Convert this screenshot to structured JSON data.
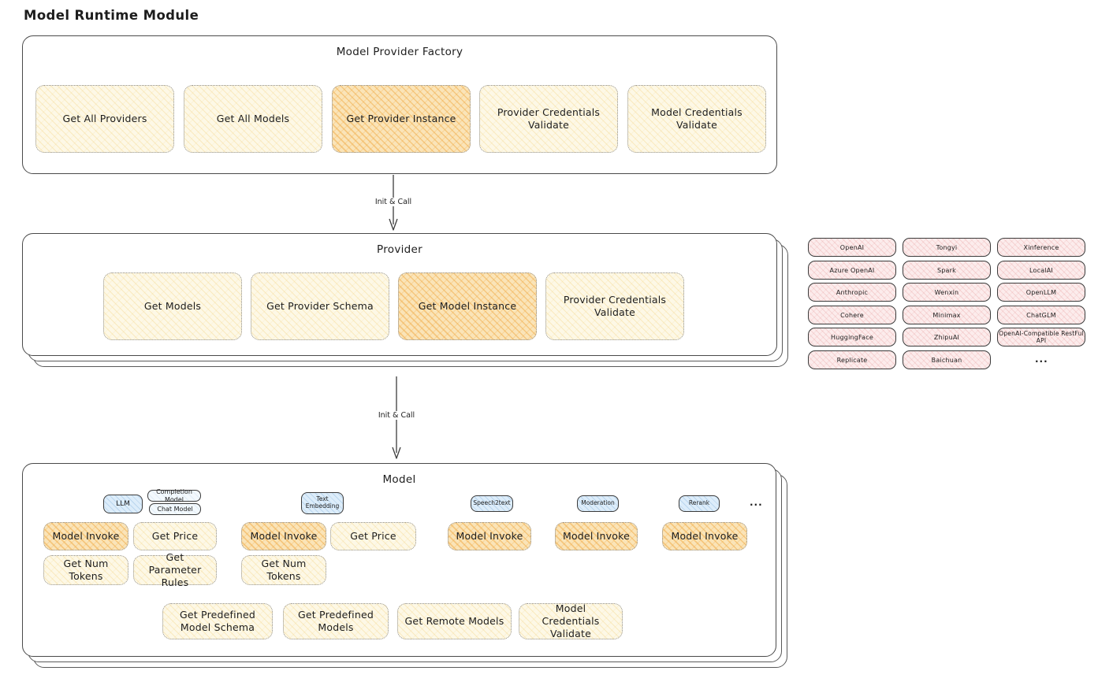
{
  "title": "Model Runtime Module",
  "arrows": {
    "label1": "Init & Call",
    "label2": "Init & Call"
  },
  "colors": {
    "button_yellow": "#fdf8e6",
    "button_orange_highlight": "#fae4b8",
    "provider_pink": "#fcecec",
    "type_badge_blue": "#ddedfa",
    "outline": "#4a4a4a"
  },
  "factory": {
    "title": "Model Provider Factory",
    "buttons": [
      {
        "label": "Get All Providers",
        "highlight": false
      },
      {
        "label": "Get All Models",
        "highlight": false
      },
      {
        "label": "Get Provider Instance",
        "highlight": true
      },
      {
        "label": "Provider Credentials Validate",
        "highlight": false
      },
      {
        "label": "Model Credentials Validate",
        "highlight": false
      }
    ]
  },
  "provider": {
    "title": "Provider",
    "buttons": [
      {
        "label": "Get Models",
        "highlight": false
      },
      {
        "label": "Get Provider Schema",
        "highlight": false
      },
      {
        "label": "Get Model Instance",
        "highlight": true
      },
      {
        "label": "Provider Credentials Validate",
        "highlight": false
      }
    ]
  },
  "providers": {
    "col1": [
      "OpenAI",
      "Azure OpenAI",
      "Anthropic",
      "Cohere",
      "HuggingFace",
      "Replicate"
    ],
    "col2": [
      "Tongyi",
      "Spark",
      "Wenxin",
      "Minimax",
      "ZhipuAI",
      "Baichuan"
    ],
    "col3": [
      "Xinference",
      "LocalAI",
      "OpenLLM",
      "ChatGLM",
      "OpenAI-Compatible RestFul API"
    ],
    "more": "..."
  },
  "model": {
    "title": "Model",
    "badges": [
      "LLM",
      "Completion Model",
      "Chat Model",
      "Text Embedding",
      "Speech2text",
      "Moderation",
      "Rerank"
    ],
    "ellipsis": "...",
    "buttons": [
      {
        "label": "Model Invoke",
        "highlight": true
      },
      {
        "label": "Get Price",
        "highlight": false
      },
      {
        "label": "Model Invoke",
        "highlight": true
      },
      {
        "label": "Get Price",
        "highlight": false
      },
      {
        "label": "Model Invoke",
        "highlight": true
      },
      {
        "label": "Model Invoke",
        "highlight": true
      },
      {
        "label": "Model Invoke",
        "highlight": true
      },
      {
        "label": "Get Num Tokens",
        "highlight": false
      },
      {
        "label": "Get Parameter Rules",
        "highlight": false
      },
      {
        "label": "Get Num Tokens",
        "highlight": false
      },
      {
        "label": "Get Predefined Model Schema",
        "highlight": false
      },
      {
        "label": "Get Predefined Models",
        "highlight": false
      },
      {
        "label": "Get Remote Models",
        "highlight": false
      },
      {
        "label": "Model Credentials Validate",
        "highlight": false
      }
    ]
  }
}
